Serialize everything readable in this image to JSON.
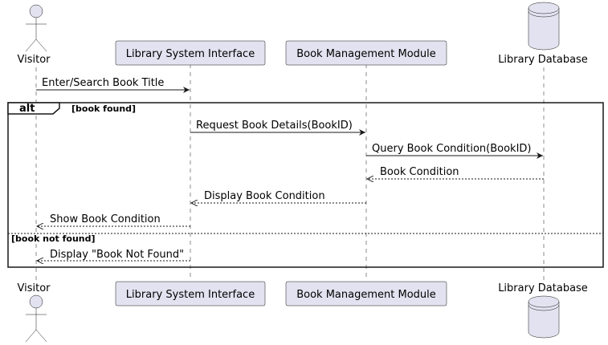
{
  "participants": {
    "visitor": "Visitor",
    "interface": "Library System Interface",
    "module": "Book Management Module",
    "database": "Library Database"
  },
  "messages": {
    "m1": "Enter/Search Book Title",
    "m2": "Request Book Details(BookID)",
    "m3": "Query Book Condition(BookID)",
    "m4": "Book Condition",
    "m5": "Display Book Condition",
    "m6": "Show Book Condition",
    "m7": "Display \"Book Not Found\""
  },
  "fragment": {
    "keyword": "alt",
    "guard1": "[book found]",
    "guard2": "[book not found]"
  },
  "colors": {
    "participant_fill": "#E2E2F0",
    "line": "#181818"
  }
}
